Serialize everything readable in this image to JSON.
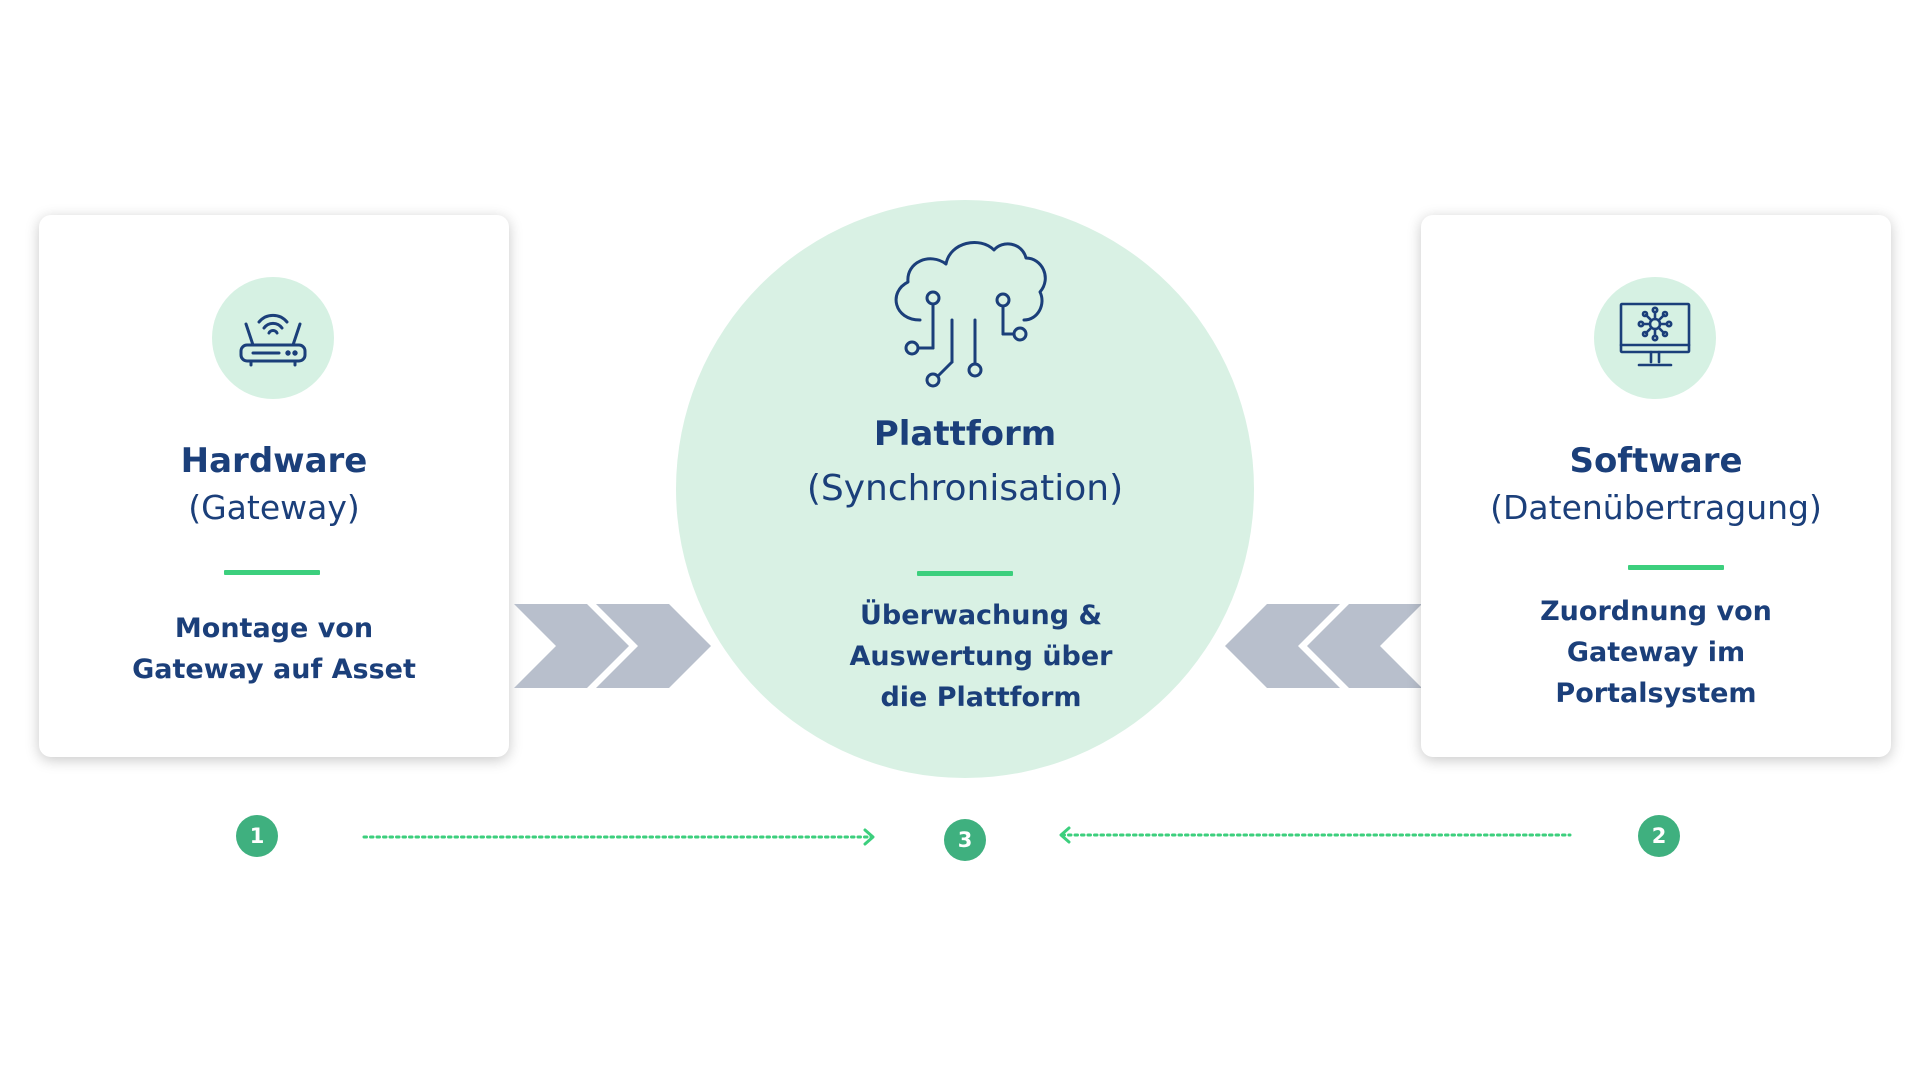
{
  "colors": {
    "navy": "#1b3f7a",
    "accent_green": "#3ccf7d",
    "badge_green": "#3fb07f",
    "mint": "#d9f1e4",
    "chevron_gray": "#b8bfcc"
  },
  "hardware": {
    "icon": "router-icon",
    "title": "Hardware",
    "subtitle": "(Gateway)",
    "desc_lines": [
      "Montage von",
      "Gateway auf Asset"
    ],
    "step": "1"
  },
  "platform": {
    "icon": "cloud-circuit-icon",
    "title": "Plattform",
    "subtitle": "(Synchronisation)",
    "desc_lines": [
      "Überwachung &",
      "Auswertung über",
      "die Plattform"
    ],
    "step": "3"
  },
  "software": {
    "icon": "monitor-network-icon",
    "title": "Software",
    "subtitle": "(Datenübertragung)",
    "desc_lines": [
      "Zuordnung von",
      "Gateway im",
      "Portalsystem"
    ],
    "step": "2"
  }
}
